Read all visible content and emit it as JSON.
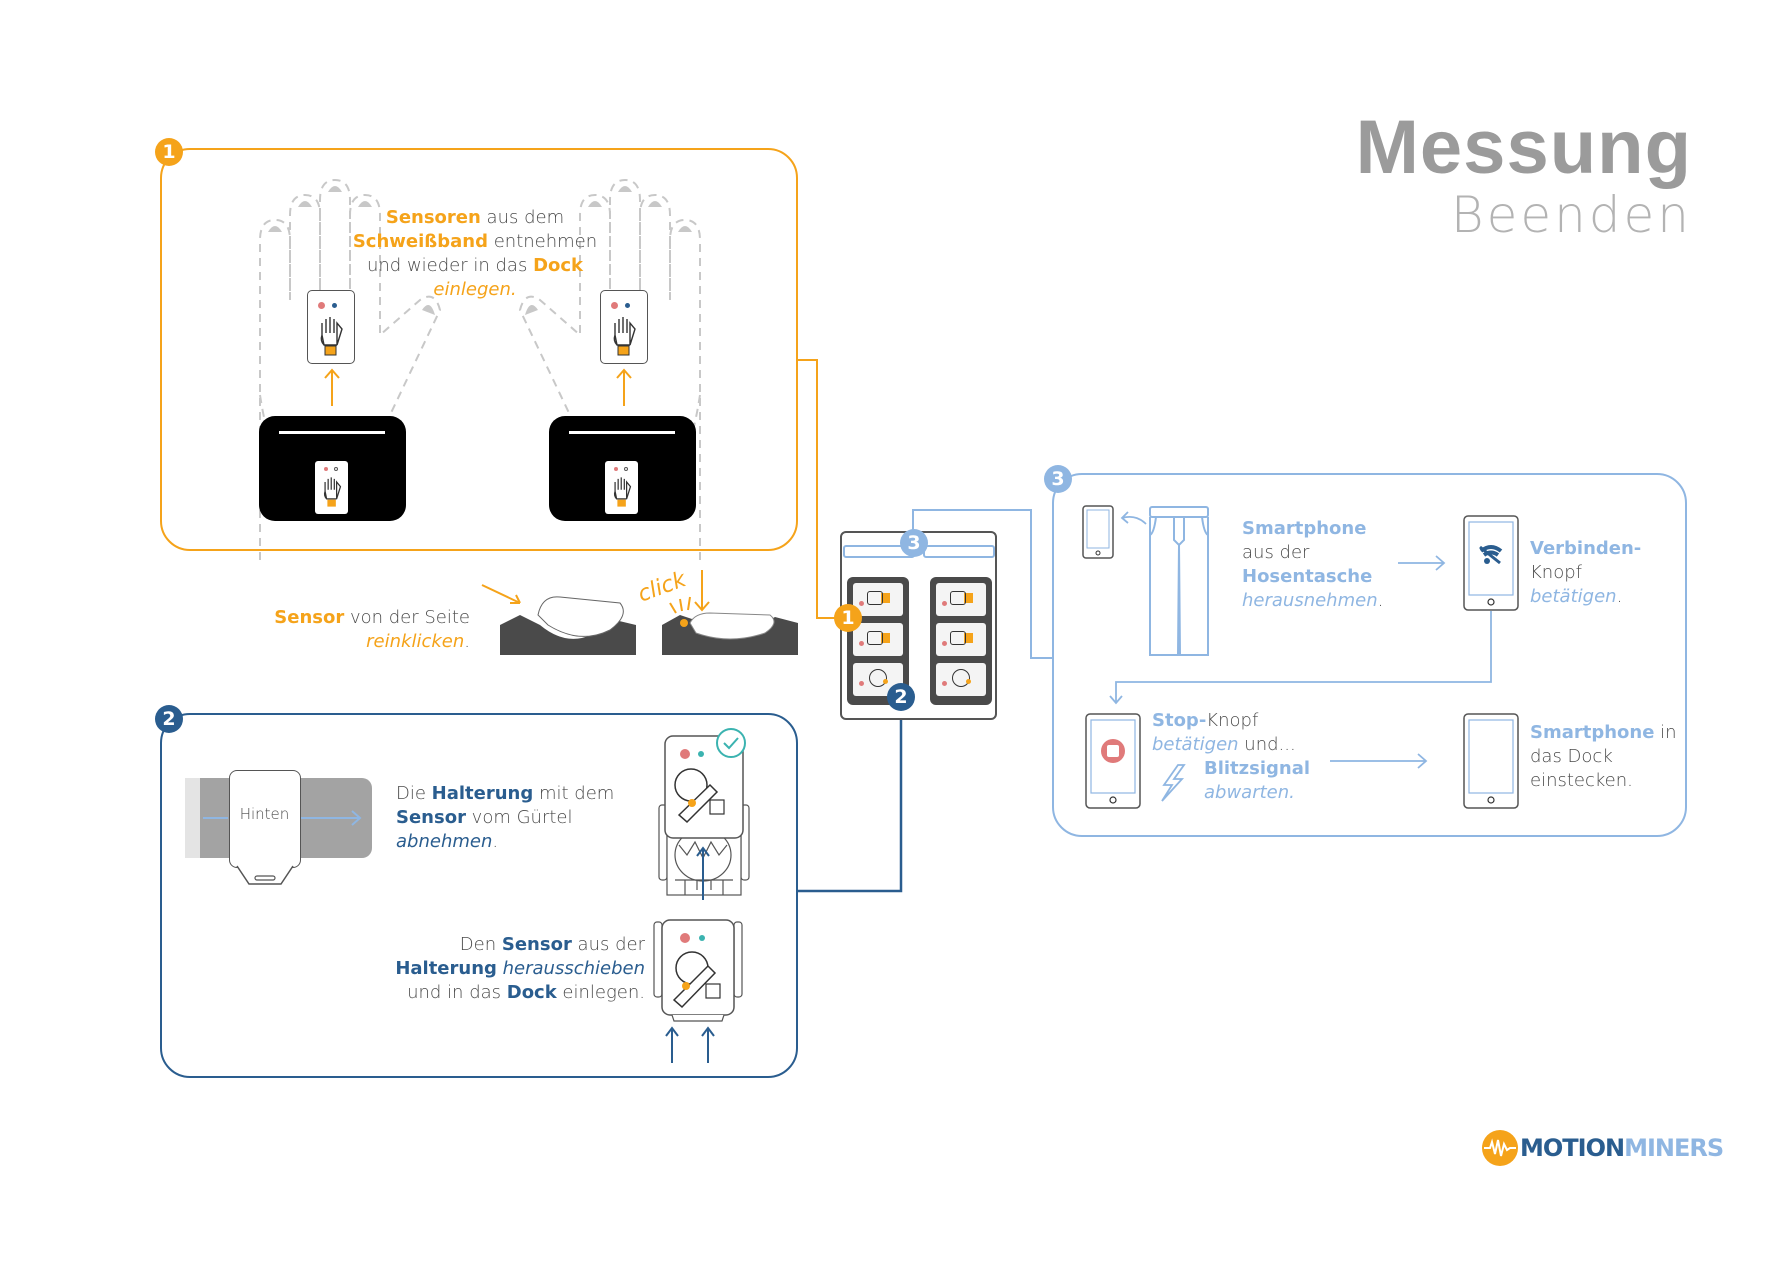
{
  "header": {
    "title": "Messung",
    "subtitle": "Beenden"
  },
  "colors": {
    "step1": "#f5a31a",
    "step2": "#2a5d8f",
    "step3": "#8fb6e2",
    "title": "#9b9b9b",
    "stop_button": "#e07a7a",
    "check": "#3bb3b0"
  },
  "step1": {
    "badge": "1",
    "instruction": {
      "w1": "Sensoren",
      "t1": " aus dem",
      "w2": "Schweißband",
      "t2": " entnehmen",
      "t3": "und wieder in das ",
      "w3": "Dock",
      "i1": "einlegen."
    },
    "icons": [
      "left-hand-outline-icon",
      "right-hand-outline-icon",
      "sweatband-icon",
      "sensor-icon",
      "arrow-up-icon"
    ]
  },
  "click_step": {
    "w1": "Sensor",
    "t1": " von der Seite",
    "i1": "reinklicken",
    "t2": ".",
    "click_label": "click"
  },
  "dock": {
    "badges": [
      "1",
      "2",
      "3"
    ],
    "slot_icons": [
      "hand-sensor-icon",
      "hand-sensor-icon",
      "belt-sensor-icon"
    ]
  },
  "step2": {
    "badge": "2",
    "belt_label": "Hinten",
    "instruction_a": {
      "t1": "Die ",
      "w1": "Halterung",
      "t2": " mit dem",
      "w2": "Sensor",
      "t3": " vom Gürtel",
      "i1": "abnehmen",
      "t4": "."
    },
    "instruction_b": {
      "t1": "Den ",
      "w1": "Sensor",
      "t2": " aus der",
      "w2": "Halterung",
      "i1": " herausschieben",
      "t3": "und in das ",
      "w3": "Dock",
      "t4": " einlegen."
    }
  },
  "step3": {
    "badge": "3",
    "a": {
      "w1": "Smartphone",
      "t1": "aus der",
      "w2": "Hosentasche",
      "i1": "herausnehmen",
      "t2": "."
    },
    "b": {
      "w1": "Verbinden-",
      "t1": "Knopf",
      "i1": "betätigen",
      "t2": "."
    },
    "c": {
      "w1": "Stop-",
      "t1": "Knopf",
      "i1": "betätigen",
      "t2": " und...",
      "w2": "Blitzsignal",
      "i2": "abwarten."
    },
    "d": {
      "w1": "Smartphone",
      "t1": " in",
      "t2": "das Dock",
      "t3": "einstecken."
    }
  },
  "logo": {
    "part1": "MOTION",
    "part2": "MINERS"
  }
}
